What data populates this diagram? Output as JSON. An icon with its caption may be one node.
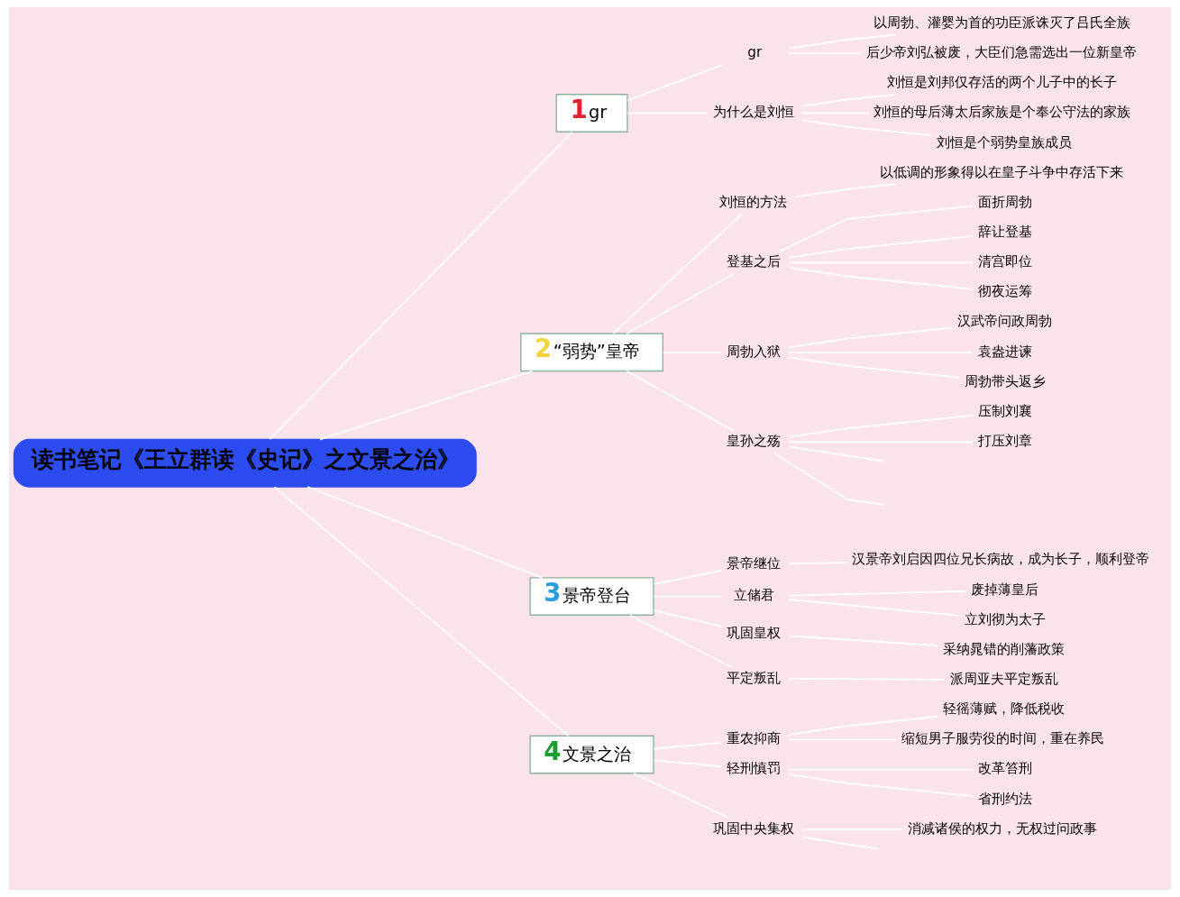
{
  "diagram": {
    "nodes": [
      {
        "text": [
          "读书笔记《王立群读《史记》之文景之治》"
        ]
      },
      {
        "text": [
          "1",
          "gr"
        ]
      },
      {
        "text": [
          "gr"
        ]
      },
      {
        "text": [
          "以周勃、灌婴为首的功臣派诛灭了吕氏全族"
        ]
      },
      {
        "text": [
          "后少帝刘弘被废，大臣们急需选出一位新皇帝"
        ]
      },
      {
        "text": [
          "为什么是刘恒"
        ]
      },
      {
        "text": [
          "刘恒是刘邦仅存活的两个儿子中的长子"
        ]
      },
      {
        "text": [
          "刘恒的母后薄太后家族是个奉公守法的家族"
        ]
      },
      {
        "text": [
          "刘恒是个弱势皇族成员"
        ]
      },
      {
        "text": [
          "2",
          "“弱势”皇帝"
        ]
      },
      {
        "text": [
          "刘恒的方法"
        ]
      },
      {
        "text": [
          "以低调的形象得以在皇子斗争中存活下来"
        ]
      },
      {
        "text": [
          "登基之后"
        ]
      },
      {
        "text": [
          "面折周勃"
        ]
      },
      {
        "text": [
          "辞让登基"
        ]
      },
      {
        "text": [
          "清宫即位"
        ]
      },
      {
        "text": [
          "彻夜运筹"
        ]
      },
      {
        "text": [
          "周勃入狱"
        ]
      },
      {
        "text": [
          "汉武帝问政周勃"
        ]
      },
      {
        "text": [
          "袁盎进谏"
        ]
      },
      {
        "text": [
          "周勃带头返乡"
        ]
      },
      {
        "text": [
          "皇孙之殇"
        ]
      },
      {
        "text": [
          "压制刘襄"
        ]
      },
      {
        "text": [
          "打压刘章"
        ]
      },
      {
        "text": [
          "3",
          "景帝登台"
        ]
      },
      {
        "text": [
          "景帝继位"
        ]
      },
      {
        "text": [
          "汉景帝刘启因四位兄长病故，成为长子，顺利登帝"
        ]
      },
      {
        "text": [
          "立储君"
        ]
      },
      {
        "text": [
          "废掉薄皇后"
        ]
      },
      {
        "text": [
          "立刘彻为太子"
        ]
      },
      {
        "text": [
          "巩固皇权"
        ]
      },
      {
        "text": [
          "采纳晁错的削藩政策"
        ]
      },
      {
        "text": [
          "平定叛乱"
        ]
      },
      {
        "text": [
          "派周亚夫平定叛乱"
        ]
      },
      {
        "text": [
          "4",
          "文景之治"
        ]
      },
      {
        "text": [
          "重农抑商"
        ]
      },
      {
        "text": [
          "轻徭薄赋，降低税收"
        ]
      },
      {
        "text": [
          "缩短男子服劳役的时间，重在养民"
        ]
      },
      {
        "text": [
          "轻刑慎罚"
        ]
      },
      {
        "text": [
          "改革笞刑"
        ]
      },
      {
        "text": [
          "省刑约法"
        ]
      },
      {
        "text": [
          "巩固中央集权"
        ]
      },
      {
        "text": [
          "消减诸侯的权力，无权过问政事"
        ]
      }
    ],
    "edges": [
      {
        "from": 0,
        "to": 1,
        "arrow": "none"
      },
      {
        "from": 1,
        "to": 2,
        "arrow": "none"
      },
      {
        "from": 2,
        "to": 3,
        "arrow": "none"
      },
      {
        "from": 2,
        "to": 4,
        "arrow": "none"
      },
      {
        "from": 1,
        "to": 5,
        "arrow": "none"
      },
      {
        "from": 5,
        "to": 6,
        "arrow": "none"
      },
      {
        "from": 5,
        "to": 7,
        "arrow": "none"
      },
      {
        "from": 5,
        "to": 8,
        "arrow": "none"
      },
      {
        "from": 0,
        "to": 9,
        "arrow": "none"
      },
      {
        "from": 9,
        "to": 10,
        "arrow": "none"
      },
      {
        "from": 10,
        "to": 11,
        "arrow": "none"
      },
      {
        "from": 9,
        "to": 12,
        "arrow": "none"
      },
      {
        "from": 12,
        "to": 13,
        "arrow": "none"
      },
      {
        "from": 12,
        "to": 14,
        "arrow": "none"
      },
      {
        "from": 12,
        "to": 15,
        "arrow": "none"
      },
      {
        "from": 12,
        "to": 16,
        "arrow": "none"
      },
      {
        "from": 9,
        "to": 17,
        "arrow": "none"
      },
      {
        "from": 17,
        "to": 18,
        "arrow": "none"
      },
      {
        "from": 17,
        "to": 19,
        "arrow": "none"
      },
      {
        "from": 17,
        "to": 20,
        "arrow": "none"
      },
      {
        "from": 9,
        "to": 21,
        "arrow": "none"
      },
      {
        "from": 21,
        "to": 22,
        "arrow": "none"
      },
      {
        "from": 21,
        "to": 23,
        "arrow": "none"
      },
      {
        "from": 21,
        "to": null,
        "arrow": "none"
      },
      {
        "from": 21,
        "to": null,
        "arrow": "none"
      },
      {
        "from": 0,
        "to": 24,
        "arrow": "none"
      },
      {
        "from": 24,
        "to": 25,
        "arrow": "none"
      },
      {
        "from": 25,
        "to": 26,
        "arrow": "none"
      },
      {
        "from": 24,
        "to": 27,
        "arrow": "none"
      },
      {
        "from": 27,
        "to": 28,
        "arrow": "none"
      },
      {
        "from": 27,
        "to": 29,
        "arrow": "none"
      },
      {
        "from": 24,
        "to": 30,
        "arrow": "none"
      },
      {
        "from": 30,
        "to": 31,
        "arrow": "none"
      },
      {
        "from": 24,
        "to": 32,
        "arrow": "none"
      },
      {
        "from": 32,
        "to": 33,
        "arrow": "none"
      },
      {
        "from": 0,
        "to": 34,
        "arrow": "none"
      },
      {
        "from": 34,
        "to": 35,
        "arrow": "none"
      },
      {
        "from": 35,
        "to": 36,
        "arrow": "none"
      },
      {
        "from": 35,
        "to": 37,
        "arrow": "none"
      },
      {
        "from": 34,
        "to": 38,
        "arrow": "none"
      },
      {
        "from": 38,
        "to": 39,
        "arrow": "none"
      },
      {
        "from": 38,
        "to": 40,
        "arrow": "none"
      },
      {
        "from": 34,
        "to": 41,
        "arrow": "none"
      },
      {
        "from": 41,
        "to": 42,
        "arrow": "none"
      },
      {
        "from": 41,
        "to": null,
        "arrow": "none"
      }
    ]
  }
}
